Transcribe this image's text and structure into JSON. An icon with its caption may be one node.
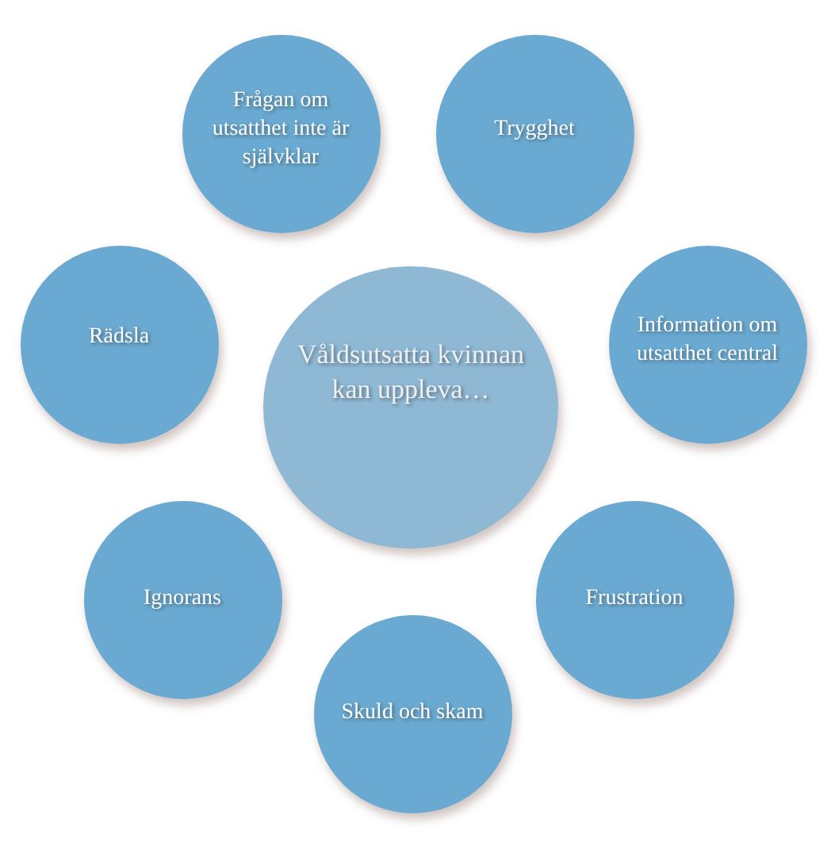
{
  "diagram": {
    "nodes": [
      {
        "text": [
          "Våldsutsatta kvinnan kan uppleva…"
        ]
      },
      {
        "text": [
          "Frågan om utsatthet inte är självklar"
        ]
      },
      {
        "text": [
          "Trygghet"
        ]
      },
      {
        "text": [
          "Rädsla"
        ]
      },
      {
        "text": [
          "Information om utsatthet central"
        ]
      },
      {
        "text": [
          "Ignorans"
        ]
      },
      {
        "text": [
          "Frustration"
        ]
      },
      {
        "text": [
          "Skuld och skam"
        ]
      }
    ],
    "edges": []
  }
}
